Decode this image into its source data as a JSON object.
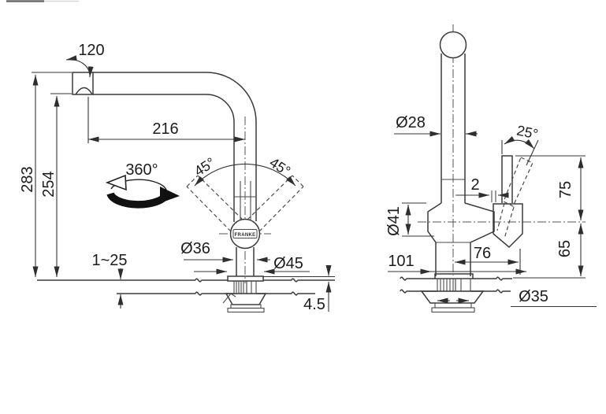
{
  "colors": {
    "ink": "#3a3a3a",
    "label": "#1c1c1c",
    "background": "#ffffff"
  },
  "front_view": {
    "labels": {
      "swivel_angle": "120",
      "spout_reach": "216",
      "height_total": "283",
      "height_spout": "254",
      "rotation": "360°",
      "spray_left": "45°",
      "spray_right": "45°",
      "dia_spray": "Ø36",
      "dia_base": "Ø45",
      "deck_range": "1~25",
      "plate_thickness": "4.5",
      "logo": "FRANKE"
    }
  },
  "side_view": {
    "labels": {
      "dia_pipe": "Ø28",
      "lever_angle": "25°",
      "gap": "2",
      "lever_height": "75",
      "body_height": "65",
      "dia_body": "Ø41",
      "depth_total": "101",
      "depth_handle": "76",
      "dia_hole": "Ø35"
    }
  }
}
